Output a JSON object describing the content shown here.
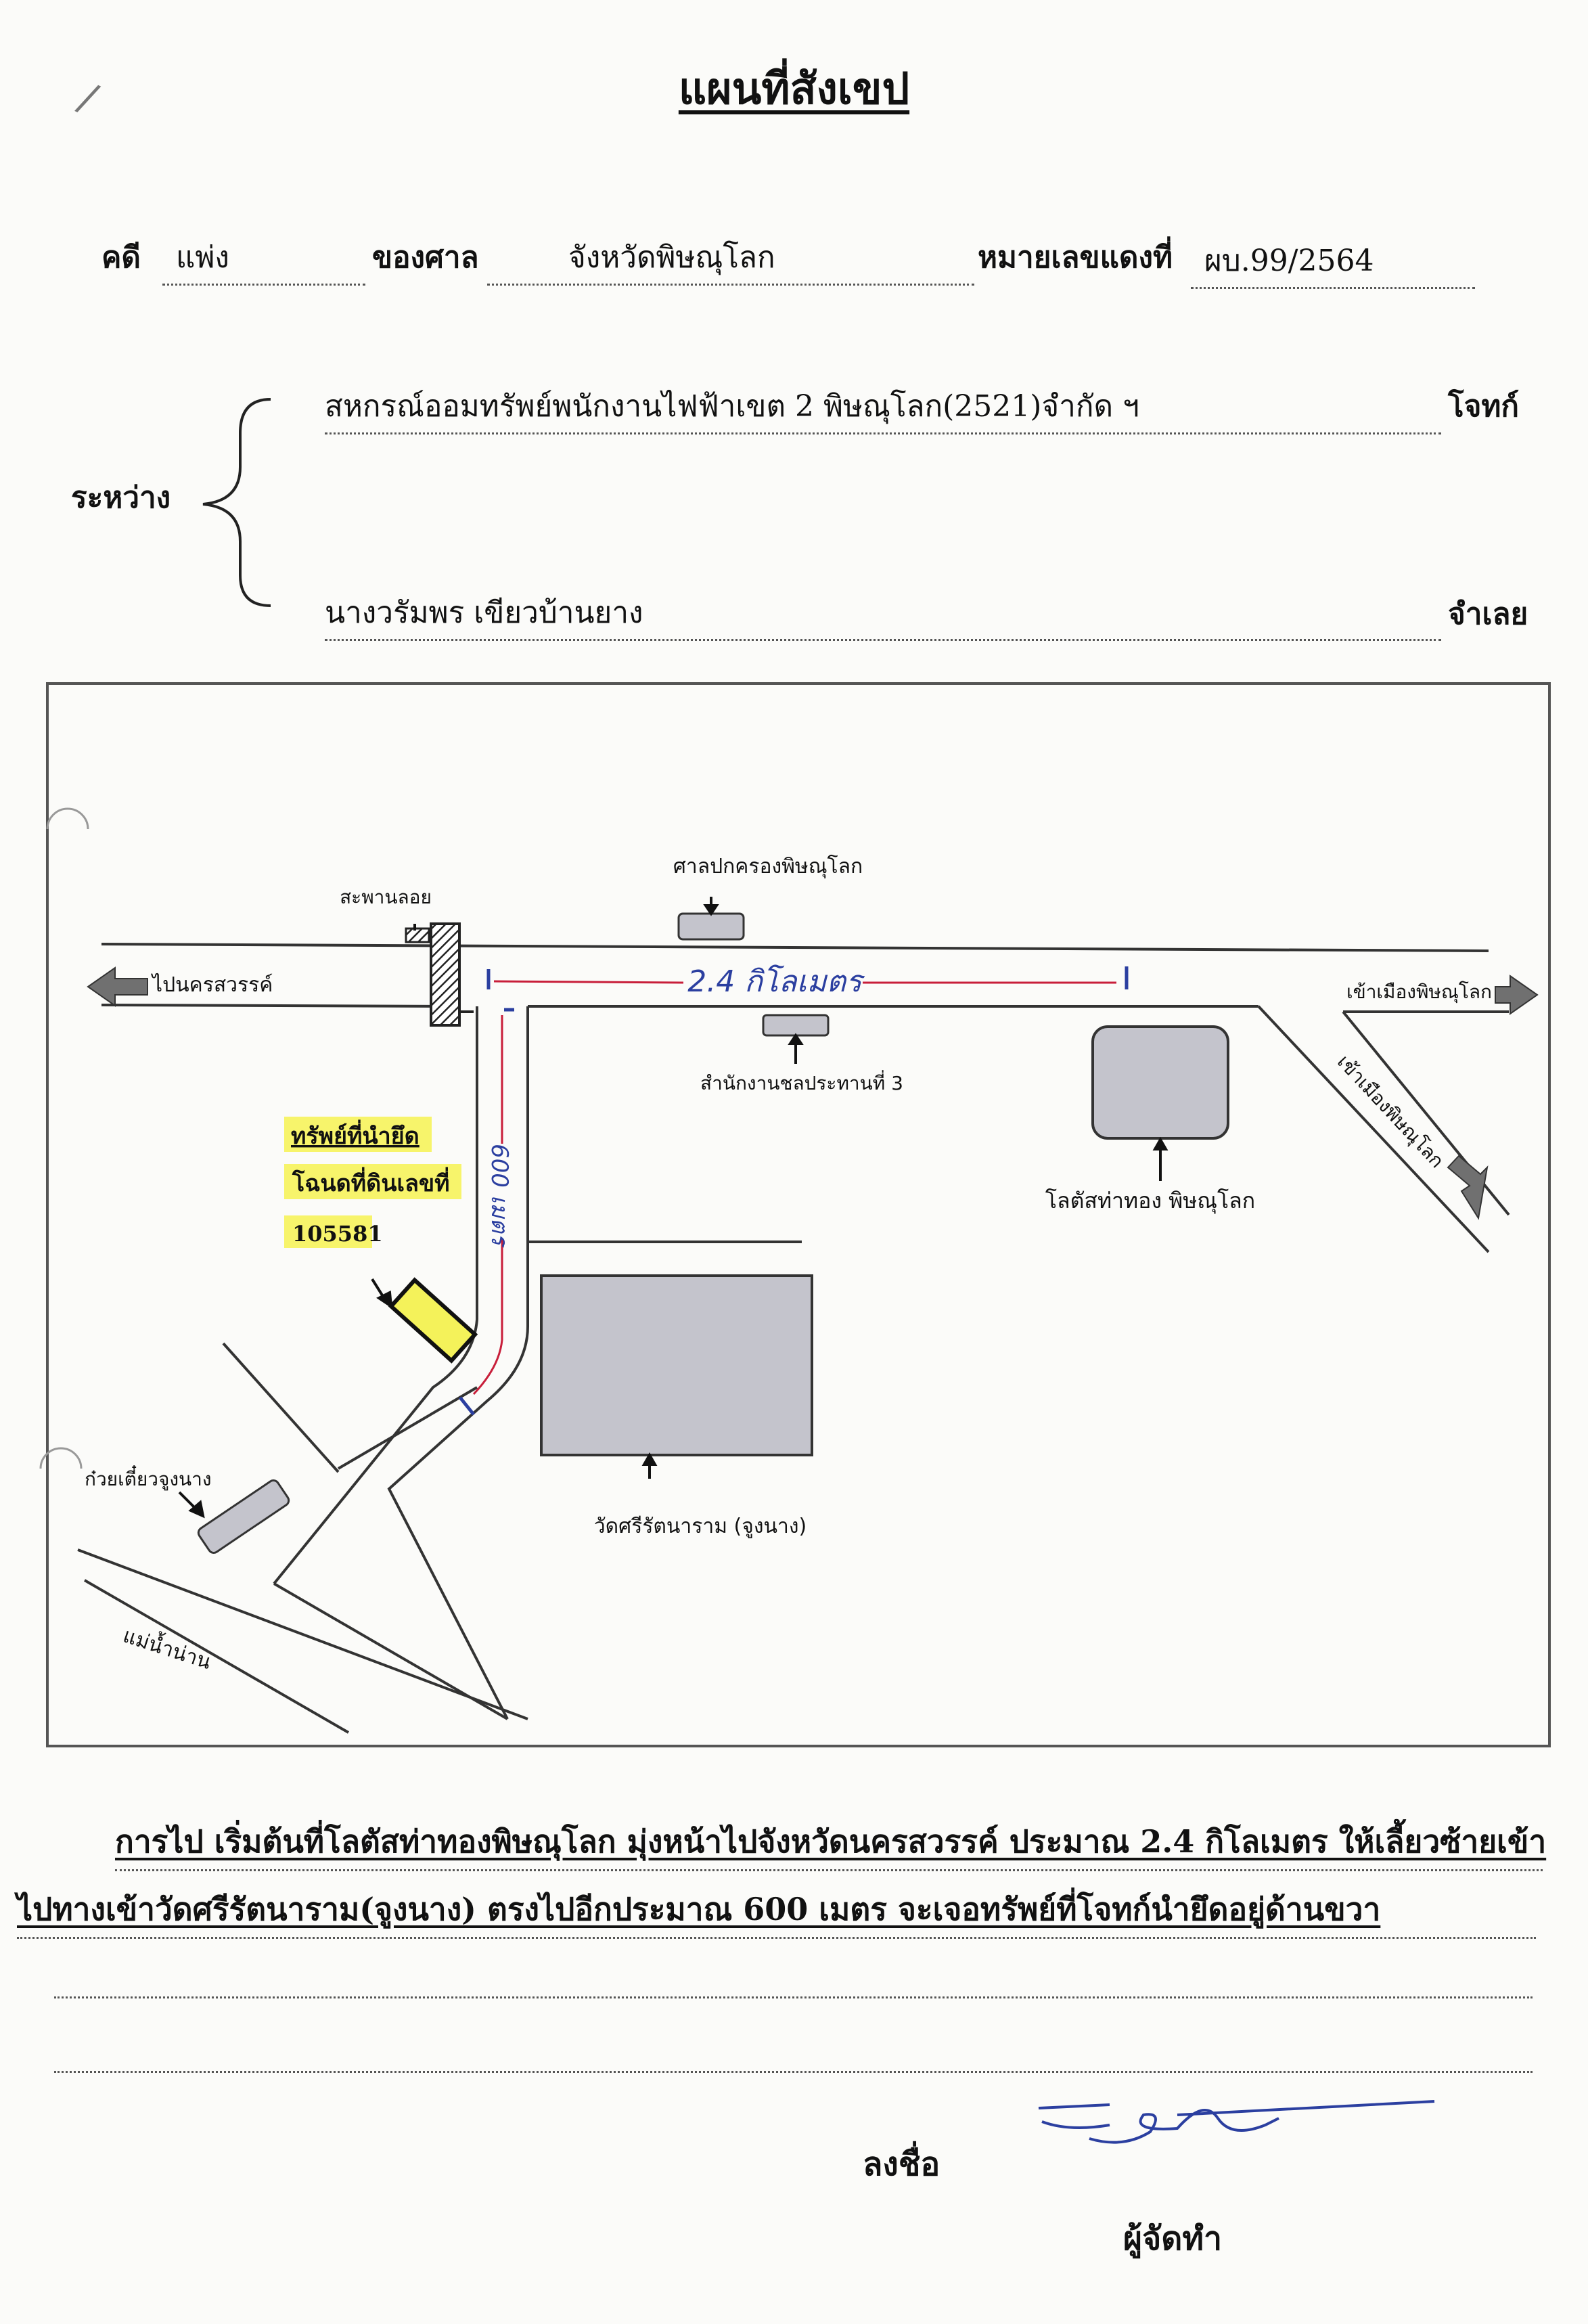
{
  "document": {
    "title": "แผนที่สังเขป",
    "header": {
      "case_label": "คดี",
      "case_value": "แพ่ง",
      "court_label": "ของศาล",
      "court_value": "จังหวัดพิษณุโลก",
      "number_label": "หมายเลขแดงที่",
      "number_value": "ผบ.99/2564"
    },
    "parties": {
      "between_label": "ระหว่าง",
      "plaintiff_name": "สหกรณ์ออมทรัพย์พนักงานไฟฟ้าเขต 2 พิษณุโลก(2521)จำกัด ฯ",
      "plaintiff_role": "โจทก์",
      "defendant_name": "นางวรัมพร  เขียวบ้านยาง",
      "defendant_role": "จำเลย"
    },
    "description": {
      "line1": "การไป  เริ่มต้นที่โลตัสท่าทองพิษณุโลก มุ่งหน้าไปจังหวัดนครสวรรค์ ประมาณ 2.4 กิโลเมตร ให้เลี้ยวซ้ายเข้า",
      "line2": "ไปทางเข้าวัดศรีรัตนาราม(จูงนาง) ตรงไปอีกประมาณ 600 เมตร จะเจอทรัพย์ที่โจทก์นำยึดอยู่ด้านขวา"
    },
    "signature": {
      "sign_label": "ลงชื่อ",
      "role_label": "ผู้จัดทำ"
    }
  },
  "map": {
    "labels": {
      "admin_court": "ศาลปกครองพิษณุโลก",
      "floating_bridge": "สะพานลอย",
      "to_nakhon_sawan": "ไปนครสวรรค์",
      "distance_main": "2.4 กิโลเมตร",
      "to_phitsanulok_city_1": "เข้าเมืองพิษณุโลก",
      "to_phitsanulok_city_2": "เข้าเมืองพิษณุโลก",
      "irrigation_office": "สำนักงานชลประทานที่ 3",
      "lotus_store": "โลตัสท่าทอง พิษณุโลก",
      "distance_side": "600 เมตร",
      "seized_property": "ทรัพย์ที่นำยึด",
      "deed_label": "โฉนดที่ดินเลขที่",
      "deed_number": "105581",
      "noodle_shop": "ก๋วยเตี๋ยวจูงนาง",
      "temple": "วัดศรีรัตนาราม (จูงนาง)",
      "river": "แม่น้ำน่าน"
    },
    "colors": {
      "building_fill": "#c4c4cc",
      "property_fill": "#f4f25a",
      "highlight": "#f7f46b",
      "distance_ink": "#2b3fa0",
      "distance_line": "#c81e3a",
      "arrow_fill": "#707070"
    }
  }
}
